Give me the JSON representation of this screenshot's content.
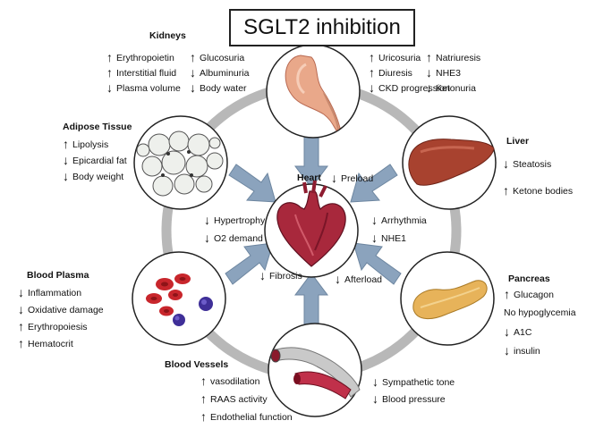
{
  "title": "SGLT2 inhibition",
  "center": {
    "name": "Heart",
    "effects": [
      {
        "dir": "down",
        "text": "Preload"
      },
      {
        "dir": "down",
        "text": "Hypertrophy"
      },
      {
        "dir": "down",
        "text": "O2 demand"
      },
      {
        "dir": "down",
        "text": "Arrhythmia"
      },
      {
        "dir": "down",
        "text": "NHE1"
      },
      {
        "dir": "down",
        "text": "Fibrosis"
      },
      {
        "dir": "down",
        "text": "Afterload"
      }
    ]
  },
  "organs": {
    "kidneys": {
      "name": "Kidneys",
      "left": [
        {
          "dir": "up",
          "text": "Erythropoietin"
        },
        {
          "dir": "up",
          "text": "Interstitial fluid"
        },
        {
          "dir": "down",
          "text": "Plasma volume"
        }
      ],
      "middle": [
        {
          "dir": "up",
          "text": "Glucosuria"
        },
        {
          "dir": "down",
          "text": "Albuminuria"
        },
        {
          "dir": "down",
          "text": "Body water"
        }
      ],
      "right": [
        {
          "dir": "up",
          "text": "Uricosuria"
        },
        {
          "dir": "up",
          "text": "Natriuresis"
        },
        {
          "dir": "up",
          "text": "Diuresis"
        },
        {
          "dir": "down",
          "text": "NHE3"
        },
        {
          "dir": "down",
          "text": "CKD progression"
        },
        {
          "dir": "down",
          "text": "Ketonuria"
        }
      ]
    },
    "adipose": {
      "name": "Adipose Tissue",
      "effects": [
        {
          "dir": "up",
          "text": "Lipolysis"
        },
        {
          "dir": "down",
          "text": "Epicardial fat"
        },
        {
          "dir": "down",
          "text": "Body weight"
        }
      ]
    },
    "liver": {
      "name": "Liver",
      "effects": [
        {
          "dir": "down",
          "text": "Steatosis"
        },
        {
          "dir": "up",
          "text": "Ketone bodies"
        }
      ]
    },
    "plasma": {
      "name": "Blood Plasma",
      "effects": [
        {
          "dir": "down",
          "text": "Inflammation"
        },
        {
          "dir": "down",
          "text": "Oxidative damage"
        },
        {
          "dir": "up",
          "text": "Erythropoiesis"
        },
        {
          "dir": "up",
          "text": "Hematocrit"
        }
      ]
    },
    "pancreas": {
      "name": "Pancreas",
      "effects": [
        {
          "dir": "up",
          "text": "Glucagon"
        },
        {
          "dir": "none",
          "text": "No hypoglycemia"
        },
        {
          "dir": "down",
          "text": "A1C"
        },
        {
          "dir": "down",
          "text": "insulin"
        }
      ]
    },
    "vessels": {
      "name": "Blood Vessels",
      "left": [
        {
          "dir": "up",
          "text": "vasodilation"
        },
        {
          "dir": "up",
          "text": "RAAS activity"
        },
        {
          "dir": "up",
          "text": "Endothelial function"
        }
      ],
      "right": [
        {
          "dir": "down",
          "text": "Sympathetic tone"
        },
        {
          "dir": "down",
          "text": "Blood pressure"
        }
      ]
    }
  },
  "colors": {
    "ring": "#b8b8b8",
    "arrow": "#8ba3bd",
    "arrow_stroke": "#6d86a0",
    "heart": "#a8283c",
    "kidney": "#e9a88a",
    "liver": "#a8422f",
    "pancreas": "#e7b35a",
    "rbc": "#c8262c",
    "wbc": "#3f2f98"
  }
}
